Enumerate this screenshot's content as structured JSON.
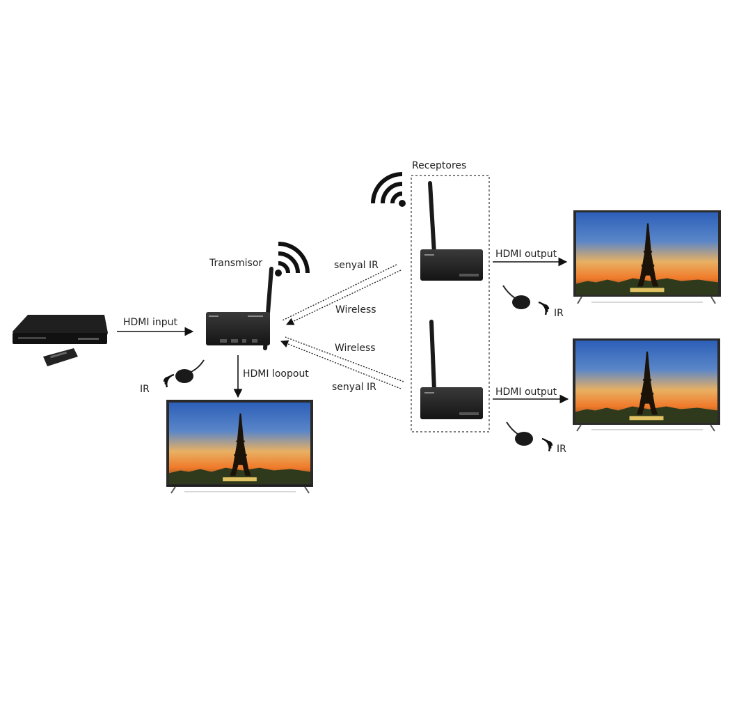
{
  "labels": {
    "hdmi_input": "HDMI input",
    "transmitter": "Transmisor",
    "hdmi_loopout": "HDMI loopout",
    "ir_tx": "IR",
    "receivers": "Receptores",
    "ir_signal_top": "senyal IR",
    "wireless_top": "Wireless",
    "wireless_bottom": "Wireless",
    "ir_signal_bottom": "senyal IR",
    "hdmi_output_top": "HDMI output",
    "hdmi_output_bottom": "HDMI output",
    "ir_rx_top": "IR",
    "ir_rx_bottom": "IR"
  },
  "icons": {
    "source": "blu-ray-player-icon",
    "remote": "remote-control-icon",
    "transmitter": "transmitter-box-icon",
    "receiver": "receiver-box-icon",
    "tv": "tv-icon",
    "wifi": "wifi-icon",
    "ir_sensor": "ir-sensor-icon"
  },
  "colors": {
    "device": "#1c1c1c",
    "arrow": "#111111",
    "text": "#222222"
  }
}
